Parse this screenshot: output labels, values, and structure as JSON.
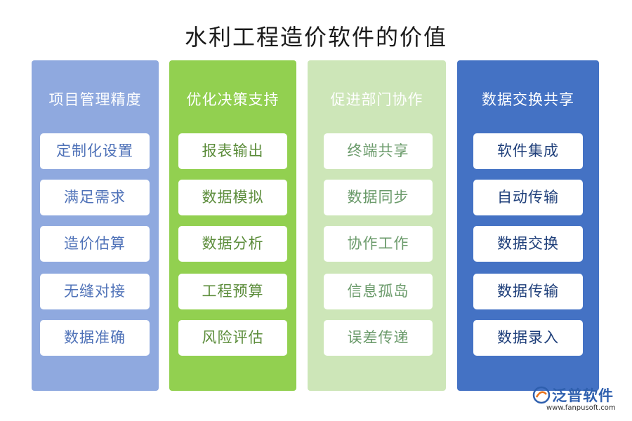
{
  "title": "水利工程造价软件的价值",
  "columns": [
    {
      "heading": "项目管理精度",
      "items": [
        "定制化设置",
        "满足需求",
        "造价估算",
        "无缝对接",
        "数据准确"
      ]
    },
    {
      "heading": "优化决策支持",
      "items": [
        "报表输出",
        "数据模拟",
        "数据分析",
        "工程预算",
        "风险评估"
      ]
    },
    {
      "heading": "促进部门协作",
      "items": [
        "终端共享",
        "数据同步",
        "协作工作",
        "信息孤岛",
        "误差传递"
      ]
    },
    {
      "heading": "数据交换共享",
      "items": [
        "软件集成",
        "自动传输",
        "数据交换",
        "数据传输",
        "数据录入"
      ]
    }
  ],
  "brand": {
    "name": "泛普软件",
    "url": "www.fanpusoft.com"
  },
  "colors": {
    "column_1": "#8fa9df",
    "column_2": "#92d050",
    "column_3": "#cde6b8",
    "column_4": "#4472c4"
  }
}
